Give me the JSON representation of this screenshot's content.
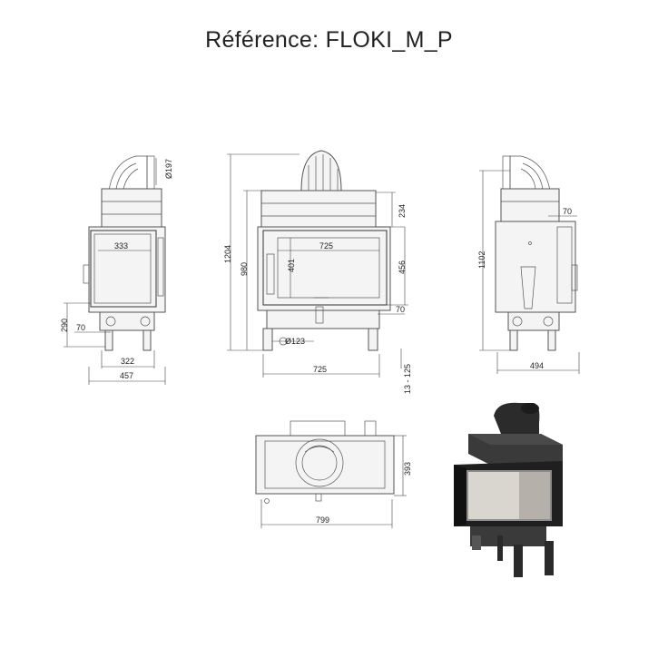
{
  "title": "Référence:  FLOKI_M_P",
  "views": {
    "left": {
      "flue_diameter": "Ø197",
      "glass_width": "333",
      "height_290": "290",
      "offset_70": "70",
      "leg_span": "322",
      "width": "457"
    },
    "front": {
      "total_height": "1204",
      "body_height": "980",
      "top_234": "234",
      "glass_height_456": "456",
      "glass_height_401": "401",
      "glass_width": "725",
      "side_70": "70",
      "inlet": "Ø123",
      "width": "725",
      "leg_adjust": "13 - 125"
    },
    "right": {
      "offset_70": "70",
      "height": "1102",
      "width": "494"
    },
    "top": {
      "depth": "393",
      "width": "799"
    }
  },
  "colors": {
    "line": "#333333",
    "accent": "#222222"
  }
}
